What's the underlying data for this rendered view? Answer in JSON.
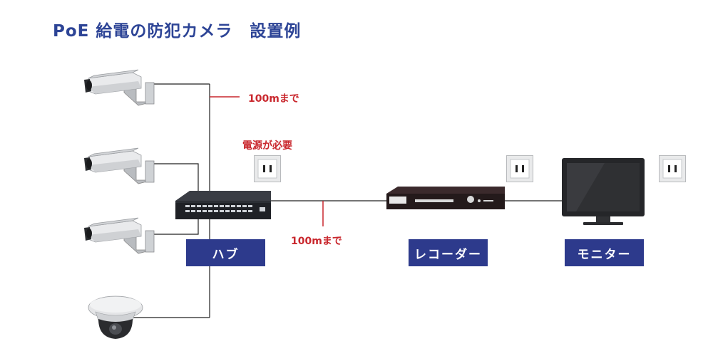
{
  "title": "PoE 給電の防犯カメラ　設置例",
  "notes": {
    "distance_cameras": "100mまで",
    "power_required": "電源が必要",
    "distance_recorder": "100mまで"
  },
  "labels": {
    "hub": "ハブ",
    "recorder": "レコーダー",
    "monitor": "モニター"
  },
  "colors": {
    "title": "#2d4496",
    "note": "#c9272d",
    "label_bg": "#2d3a8c"
  },
  "icons": {
    "camera": "bullet-camera-icon",
    "dome": "dome-camera-icon",
    "hub": "network-hub-icon",
    "recorder": "recorder-icon",
    "monitor": "monitor-icon",
    "outlet": "power-outlet-icon"
  }
}
